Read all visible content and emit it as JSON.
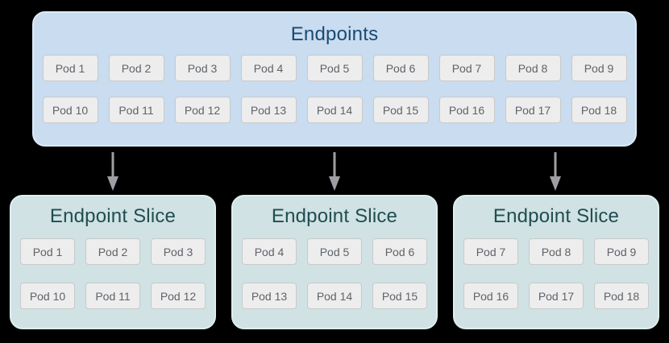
{
  "colors": {
    "page_bg": "#000000",
    "endpoints_box_bg": "#c9dcf0",
    "endpoints_box_stroke": "#dde9f7",
    "endpoints_title": "#1b4a73",
    "slice_box_bg": "#d0e2e3",
    "slice_box_stroke": "#e0edee",
    "slice_title": "#204d52",
    "pod_bg": "#ededed",
    "pod_border": "#c9c9c9",
    "pod_text": "#5f6368",
    "arrow": "#9e9fa3"
  },
  "endpoints_box": {
    "title": "Endpoints",
    "pods_row1": [
      "Pod 1",
      "Pod 2",
      "Pod 3",
      "Pod 4",
      "Pod 5",
      "Pod 6",
      "Pod 7",
      "Pod 8",
      "Pod 9"
    ],
    "pods_row2": [
      "Pod 10",
      "Pod 11",
      "Pod 12",
      "Pod 13",
      "Pod 14",
      "Pod 15",
      "Pod 16",
      "Pod 17",
      "Pod 18"
    ]
  },
  "arrows": [
    "down-arrow",
    "down-arrow",
    "down-arrow"
  ],
  "slices": [
    {
      "title": "Endpoint Slice",
      "pods_row1": [
        "Pod 1",
        "Pod 2",
        "Pod 3"
      ],
      "pods_row2": [
        "Pod 10",
        "Pod 11",
        "Pod 12"
      ]
    },
    {
      "title": "Endpoint Slice",
      "pods_row1": [
        "Pod 4",
        "Pod 5",
        "Pod 6"
      ],
      "pods_row2": [
        "Pod 13",
        "Pod 14",
        "Pod 15"
      ]
    },
    {
      "title": "Endpoint Slice",
      "pods_row1": [
        "Pod 7",
        "Pod 8",
        "Pod 9"
      ],
      "pods_row2": [
        "Pod 16",
        "Pod 17",
        "Pod 18"
      ]
    }
  ]
}
